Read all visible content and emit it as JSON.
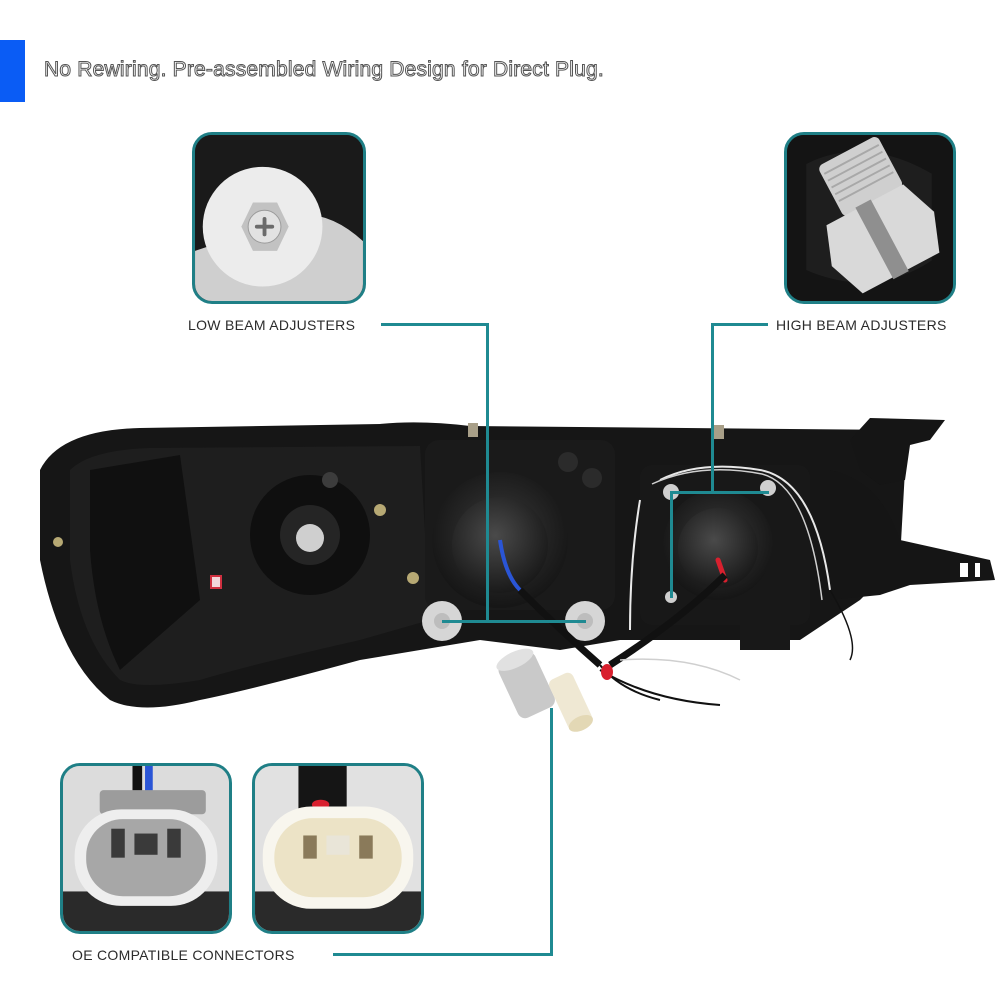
{
  "header": {
    "accent_color": "#0a5cf5",
    "headline": "No Rewiring. Pre-assembled Wiring Design for Direct Plug."
  },
  "callouts": {
    "low_beam": {
      "label": "LOW BEAM ADJUSTERS",
      "icon": "phillips-screw-adjuster"
    },
    "high_beam": {
      "label": "HIGH BEAM ADJUSTERS",
      "icon": "slotted-screw-adjuster"
    },
    "connectors": {
      "label": "OE COMPATIBLE CONNECTORS",
      "items": [
        "gray-oe-connector",
        "ivory-oe-connector"
      ]
    }
  },
  "colors": {
    "frame": "#1f7f86",
    "leader": "#1f8a92",
    "housing": "#141414",
    "wire_blue": "#2a55d6",
    "wire_red": "#d8202e"
  },
  "product": {
    "subject": "headlight-housing-rear-view"
  }
}
